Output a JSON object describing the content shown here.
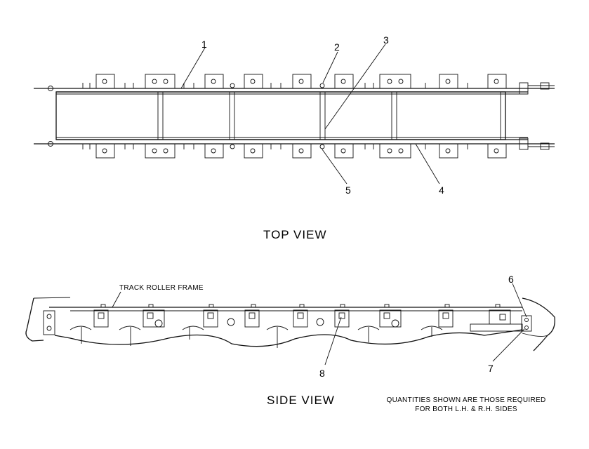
{
  "diagram": {
    "top_view_title": "TOP VIEW",
    "side_view_title": "SIDE VIEW",
    "frame_label": "TRACK ROLLER FRAME",
    "note_line1": "QUANTITIES SHOWN ARE THOSE REQUIRED",
    "note_line2": "FOR BOTH L.H. & R.H. SIDES",
    "callouts": [
      "1",
      "2",
      "3",
      "4",
      "5",
      "6",
      "7",
      "8"
    ]
  }
}
